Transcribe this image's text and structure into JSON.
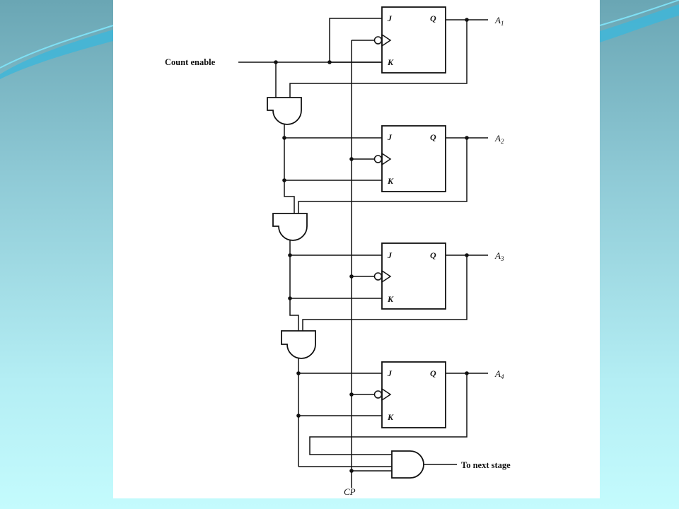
{
  "diagram": {
    "labels": {
      "count_enable": "Count enable",
      "clock": "CP",
      "to_next_stage": "To next stage",
      "pin_j": "J",
      "pin_k": "K",
      "pin_q": "Q"
    },
    "outputs": [
      {
        "name": "A",
        "sub": "1"
      },
      {
        "name": "A",
        "sub": "2"
      },
      {
        "name": "A",
        "sub": "3"
      },
      {
        "name": "A",
        "sub": "4"
      }
    ]
  },
  "colors": {
    "panel": "#ffffff",
    "wire": "#111111",
    "bg_top": "#6aa6b4",
    "bg_bottom": "#c4fbfd",
    "accent_stroke": "#2bb8e0"
  }
}
